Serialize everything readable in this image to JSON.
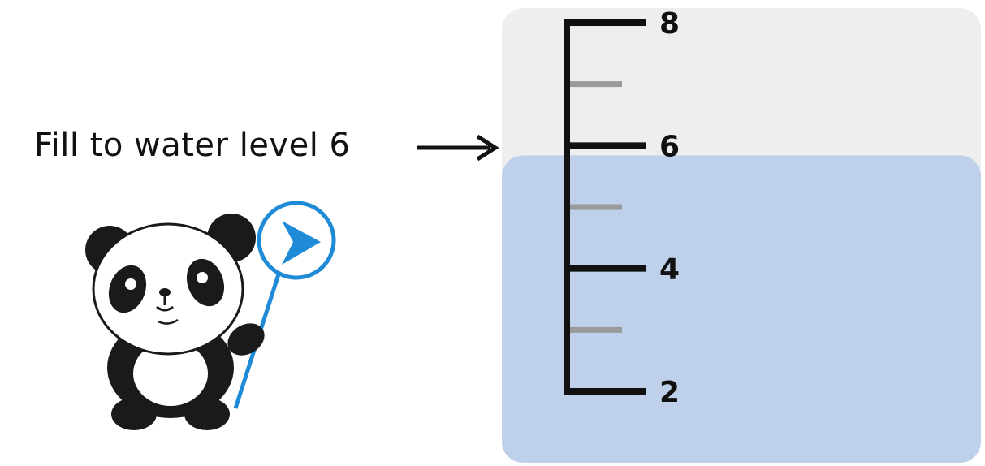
{
  "instruction": {
    "text": "Fill to water level 6"
  },
  "gauge": {
    "min": 2,
    "max": 8,
    "major_ticks": [
      {
        "value": 8,
        "label": "8"
      },
      {
        "value": 6,
        "label": "6"
      },
      {
        "value": 4,
        "label": "4"
      },
      {
        "value": 2,
        "label": "2"
      }
    ],
    "minor_ticks": [
      7,
      5,
      3
    ],
    "current_level": 6,
    "colors": {
      "tank_empty": "#eeeeee",
      "water": "#bed0ea",
      "major_tick": "#111111",
      "minor_tick": "#9a9a9a",
      "arrow": "#111111"
    }
  },
  "mascot": {
    "icon": "panda-holding-arrow-sign-icon",
    "sign_color": "#1f8bd6"
  }
}
